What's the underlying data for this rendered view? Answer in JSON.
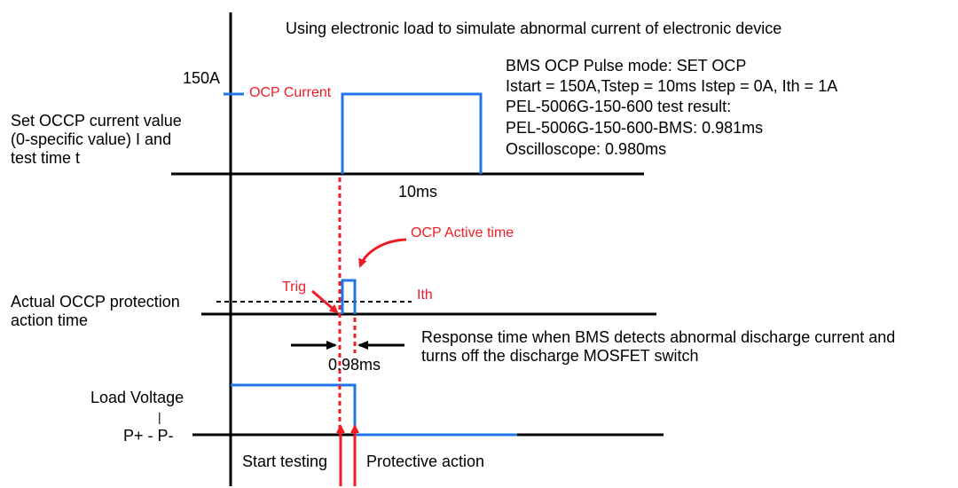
{
  "title": "Using electronic load to simulate abnormal current of electronic device",
  "left_labels": {
    "set_occp": "Set OCCP current value\n(0-specific value) I and\ntest time t",
    "actual_occp": "Actual OCCP protection\naction time",
    "load_voltage": "Load Voltage",
    "voltage_sep": "|",
    "p_terminals": "P+ - P-"
  },
  "current_trace": {
    "level_label": "150A",
    "ocp_current_label": "OCP Current",
    "duration_label": "10ms"
  },
  "info_box": {
    "line1": "BMS OCP Pulse mode: SET OCP",
    "line2": "Istart = 150A,Tstep = 10ms Istep = 0A, Ith = 1A",
    "line3": "PEL-5006G-150-600 test result:",
    "line4": "PEL-5006G-150-600-BMS: 0.981ms",
    "line5": "Oscilloscope: 0.980ms"
  },
  "protection_trace": {
    "ocp_active_label": "OCP Active time",
    "trig_label": "Trig",
    "ith_label": "Ith",
    "response_value": "0.98ms",
    "response_description": "Response time when BMS detects abnormal discharge current and\nturns off the discharge MOSFET switch"
  },
  "bottom_labels": {
    "start_testing": "Start testing",
    "protective_action": "Protective action"
  },
  "colors": {
    "trace_blue": "#1f74e6",
    "annotation_red": "#ee1c24",
    "axis_black": "#000000"
  }
}
